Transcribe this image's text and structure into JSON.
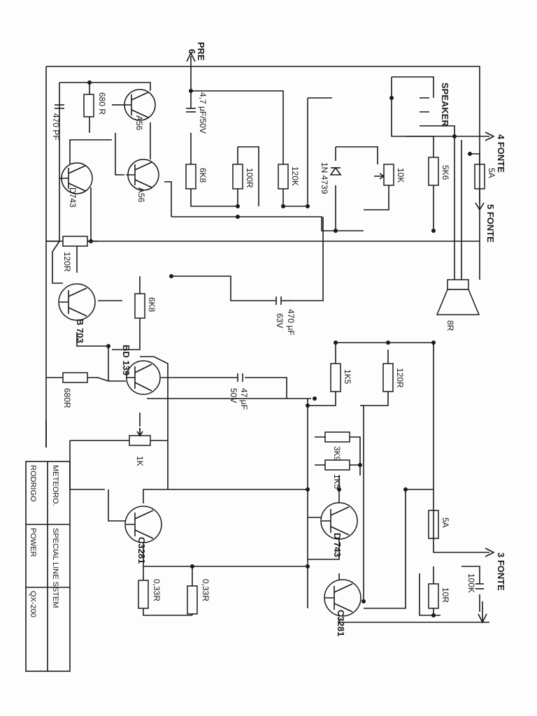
{
  "connectors": {
    "pre": "PRE",
    "pre_num": "6",
    "fonte4": "4 FONTE",
    "fonte5": "5 FONTE",
    "fonte3": "3 FONTE"
  },
  "components": {
    "c470pf": "470 PF",
    "r680r_top": "680 R",
    "q_a56_top": "A56",
    "q_a56_bot": "A56",
    "q_d743_left": "D743",
    "c47uf_top": "4,7 μF/50V",
    "r6k8_top": "6K8",
    "r100r": "100R",
    "r120k": "120K",
    "diode": "1N 4739",
    "pot10k": "10K",
    "r5k6": "5K6",
    "fuse5a_top": "5A",
    "speaker": "SPEAKER",
    "speaker_8r": "8R",
    "r120r_left": "120R",
    "q_b703": "B 703",
    "r6k8_mid": "6K8",
    "c470uf": "470 μF",
    "c470uf_v": "63V",
    "q_bd139": "BD 139",
    "r680r_left": "680R",
    "c47uf_mid": "47 μF",
    "c47uf_mid_v": "50V",
    "r1k5_top": "1K5",
    "r120r_right": "120R",
    "r3k9": "3K9",
    "r1k5_bot": "1K5",
    "pot1k": "1K",
    "q_c3281_left": "C3281",
    "q_d743_right": "D 743",
    "fuse5a_bot": "5A",
    "r033_left": "0,33R",
    "r033_mid": "0,33R",
    "q_c3281_right": "C3281",
    "r10r": "10R",
    "c100k": "100K"
  },
  "title_block": {
    "cells": [
      "METEORO.",
      "SPECIAL LINE SSTEM",
      "RODRIGO",
      "POWER",
      "QX-200"
    ]
  }
}
